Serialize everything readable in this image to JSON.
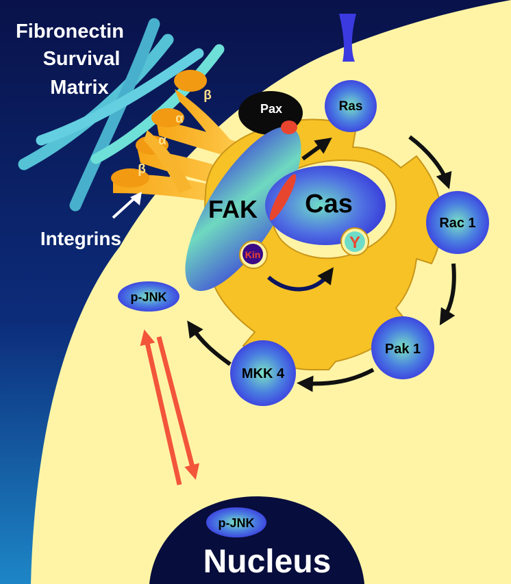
{
  "matrix_label": {
    "line1": "Fibronectin",
    "line2": "Survival",
    "line3": "Matrix"
  },
  "integrins_label": "Integrins",
  "integrin_subunits": {
    "beta": "β",
    "alpha": "α"
  },
  "proteins": {
    "pax": "Pax",
    "ras": "Ras",
    "fak": "FAK",
    "cas": "Cas",
    "kin": "Kin",
    "tyrosine": "Y",
    "rac1": "Rac 1",
    "pak1": "Pak 1",
    "mkk4": "MKK 4",
    "pjnk_cytoplasm": "p-JNK",
    "pjnk_nucleus": "p-JNK"
  },
  "nucleus_label": "Nucleus",
  "colors": {
    "background_dark": "#0a1550",
    "cytoplasm": "#fff4a6",
    "platform": "#f6c225",
    "protein_blue": "#4a55e8",
    "protein_center": "#6dd6c8",
    "integrin_orange": "#f2a018",
    "fibronectin_cyan": "#59c9d8",
    "arrow_black": "#111111",
    "arrow_red": "#f2553a",
    "pax_black": "#0b0b0b",
    "nucleus": "#070d3c"
  }
}
